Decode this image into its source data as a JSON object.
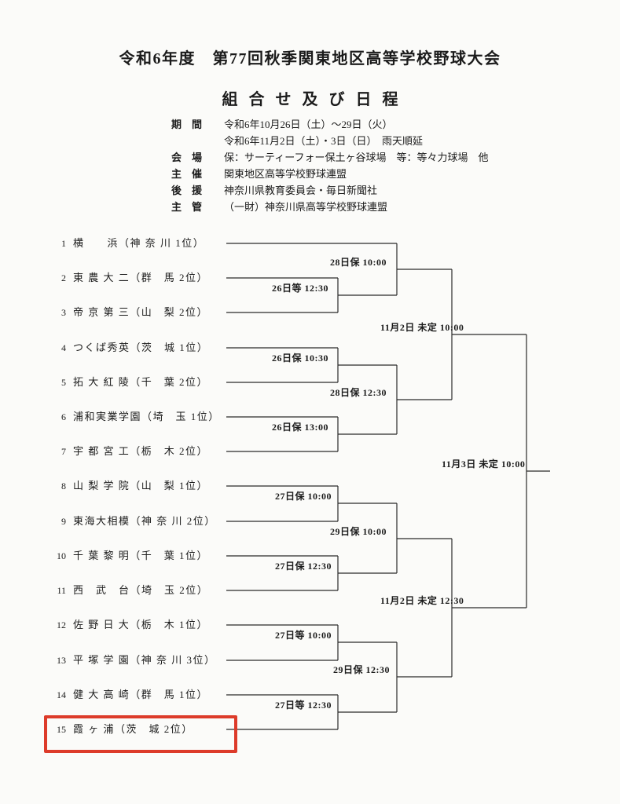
{
  "page": {
    "title": "令和6年度　第77回秋季関東地区高等学校野球大会",
    "subtitle": "組合せ及び日程"
  },
  "info": {
    "rows": [
      {
        "label": "期　間",
        "value": "令和6年10月26日（土）～29日（火）"
      },
      {
        "label": "",
        "value": "令和6年11月2日（土）・3日（日）　雨天順延"
      },
      {
        "label": "会　場",
        "value": "保：サーティーフォー保土ヶ谷球場　等：等々力球場　他"
      },
      {
        "label": "主　催",
        "value": "関東地区高等学校野球連盟"
      },
      {
        "label": "後　援",
        "value": "神奈川県教育委員会・毎日新聞社"
      },
      {
        "label": "主　管",
        "value": "（一財）神奈川県高等学校野球連盟"
      }
    ]
  },
  "bracket": {
    "teams": [
      {
        "seed": "1",
        "name": "横　　浜（神 奈 川 1位）"
      },
      {
        "seed": "2",
        "name": "東 農 大 二（群　馬 2位）"
      },
      {
        "seed": "3",
        "name": "帝 京 第 三（山　梨 2位）"
      },
      {
        "seed": "4",
        "name": "つくば秀英（茨　城 1位）"
      },
      {
        "seed": "5",
        "name": "拓 大 紅 陵（千　葉 2位）"
      },
      {
        "seed": "6",
        "name": "浦和実業学園（埼　玉 1位）"
      },
      {
        "seed": "7",
        "name": "宇 都 宮 工（栃　木 2位）"
      },
      {
        "seed": "8",
        "name": "山 梨 学 院（山　梨 1位）"
      },
      {
        "seed": "9",
        "name": "東海大相模（神 奈 川 2位）"
      },
      {
        "seed": "10",
        "name": "千 葉 黎 明（千　葉 1位）"
      },
      {
        "seed": "11",
        "name": "西　武　台（埼　玉 2位）"
      },
      {
        "seed": "12",
        "name": "佐 野 日 大（栃　木 1位）"
      },
      {
        "seed": "13",
        "name": "平 塚 学 園（神 奈 川 3位）"
      },
      {
        "seed": "14",
        "name": "健 大 高 崎（群　馬 1位）"
      },
      {
        "seed": "15",
        "name": "霞 ヶ 浦（茨　城 2位）"
      }
    ],
    "games": [
      {
        "label": "26日等 12:30"
      },
      {
        "label": "26日保 10:30"
      },
      {
        "label": "26日保 13:00"
      },
      {
        "label": "27日保 10:00"
      },
      {
        "label": "27日保 12:30"
      },
      {
        "label": "27日等 10:00"
      },
      {
        "label": "27日等 12:30"
      },
      {
        "label": "28日保 10:00"
      },
      {
        "label": "28日保 12:30"
      },
      {
        "label": "29日保 10:00"
      },
      {
        "label": "29日保 12:30"
      },
      {
        "label": "11月2日 未定 10:00"
      },
      {
        "label": "11月2日 未定 12:30"
      },
      {
        "label": "11月3日 未定 10:00"
      }
    ],
    "highlight": {
      "team_seed": "15",
      "color": "#dd3b2a"
    }
  }
}
